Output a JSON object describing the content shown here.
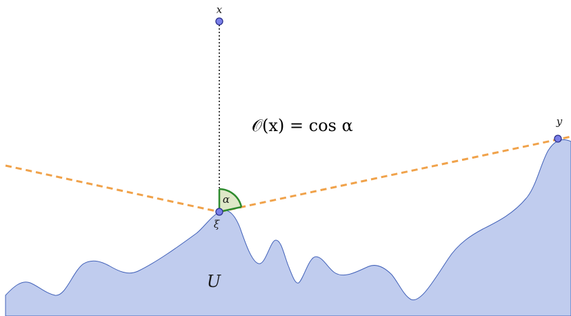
{
  "labels": {
    "x": "x",
    "y": "y",
    "xi": "ξ",
    "alpha": "α",
    "U": "U",
    "formula_lhs": "𝒪(x)",
    "formula_eq": " = ",
    "formula_rhs": "cos α"
  },
  "colors": {
    "region_fill": "#c0ccee",
    "region_stroke": "#4060b8",
    "point_fill": "#7a7fe8",
    "point_stroke": "#2a2f8a",
    "dashed_line": "#f0a24a",
    "dotted_line": "#444444",
    "angle_fill": "#dfe8c8",
    "angle_stroke": "#2e8b2e"
  }
}
